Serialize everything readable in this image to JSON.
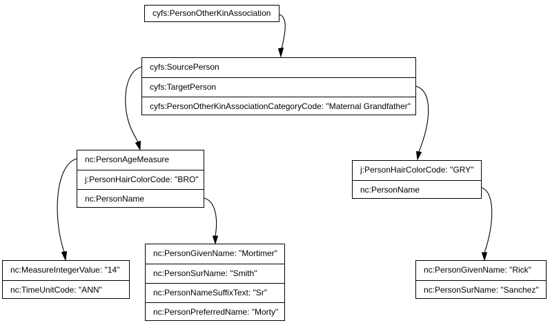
{
  "colors": {
    "background": "#ffffff",
    "node_border": "#000000",
    "edge": "#000000",
    "text": "#000000"
  },
  "nodes": {
    "association": {
      "rows": [
        "cyfs:PersonOtherKinAssociation"
      ]
    },
    "kin_association": {
      "rows": [
        "cyfs:SourcePerson",
        "cyfs:TargetPerson",
        "cyfs:PersonOtherKinAssociationCategoryCode: \"Maternal Grandfather\""
      ]
    },
    "source_person": {
      "rows": [
        "nc:PersonAgeMeasure",
        "j:PersonHairColorCode: \"BRO\"",
        "nc:PersonName"
      ]
    },
    "target_person": {
      "rows": [
        "j:PersonHairColorCode: \"GRY\"",
        "nc:PersonName"
      ]
    },
    "age_measure": {
      "rows": [
        "nc:MeasureIntegerValue: \"14\"",
        "nc:TimeUnitCode: \"ANN\""
      ]
    },
    "source_person_name": {
      "rows": [
        "nc:PersonGivenName: \"Mortimer\"",
        "nc:PersonSurName: \"Smith\"",
        "nc:PersonNameSuffixText: \"Sr\"",
        "nc:PersonPreferredName: \"Morty\""
      ]
    },
    "target_person_name": {
      "rows": [
        "nc:PersonGivenName: \"Rick\"",
        "nc:PersonSurName: \"Sanchez\""
      ]
    }
  },
  "edges": [
    {
      "from": "association",
      "to": "kin_association"
    },
    {
      "from": "kin_association",
      "from_row": "cyfs:SourcePerson",
      "to": "source_person"
    },
    {
      "from": "kin_association",
      "from_row": "cyfs:TargetPerson",
      "to": "target_person"
    },
    {
      "from": "source_person",
      "from_row": "nc:PersonAgeMeasure",
      "to": "age_measure"
    },
    {
      "from": "source_person",
      "from_row": "nc:PersonName",
      "to": "source_person_name"
    },
    {
      "from": "target_person",
      "from_row": "nc:PersonName",
      "to": "target_person_name"
    }
  ]
}
